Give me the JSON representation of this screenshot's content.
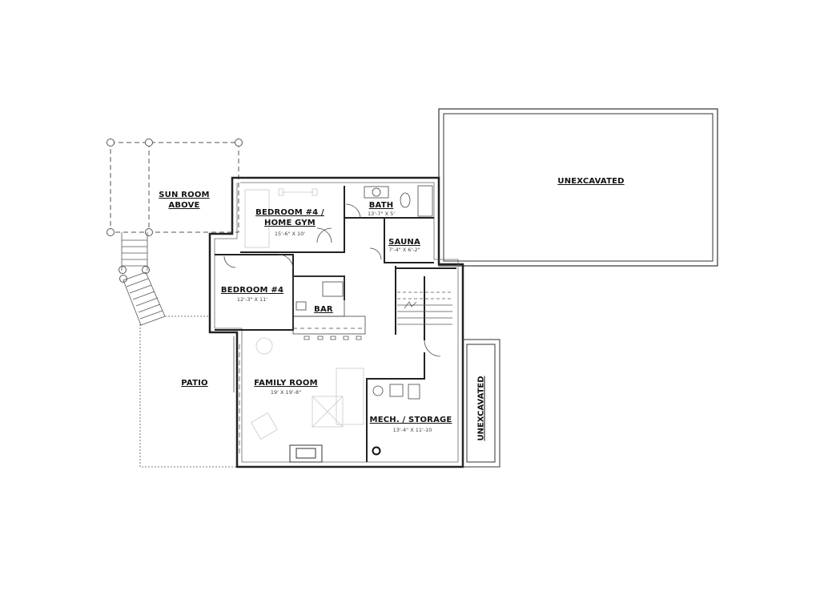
{
  "drawing": {
    "type": "basement floor plan",
    "line_color": "#222222",
    "light_line_color": "#c8c8c8",
    "background": "#ffffff"
  },
  "rooms": {
    "sun_room": {
      "label_line1": "SUN ROOM",
      "label_line2": "ABOVE"
    },
    "bedroom_gym": {
      "label_line1": "BEDROOM #4 /",
      "label_line2": "HOME GYM",
      "dimensions": "15'-6\" X 10'"
    },
    "bath": {
      "label": "BATH",
      "dimensions": "13'-7\" X 5'"
    },
    "sauna": {
      "label": "SAUNA",
      "dimensions": "7'-4\" X 6'-2\""
    },
    "bedroom4": {
      "label": "BEDROOM #4",
      "dimensions": "12'-3\" X 11'"
    },
    "bar": {
      "label": "BAR"
    },
    "patio": {
      "label": "PATIO"
    },
    "family_room": {
      "label": "FAMILY ROOM",
      "dimensions": "19' X 19'-8\""
    },
    "mech_storage": {
      "label": "MECH. / STORAGE",
      "dimensions": "13'-4\" X 11'-10"
    },
    "unexcavated_top": {
      "label": "UNEXCAVATED"
    },
    "unexcavated_side": {
      "label": "UNEXCAVATED"
    }
  }
}
